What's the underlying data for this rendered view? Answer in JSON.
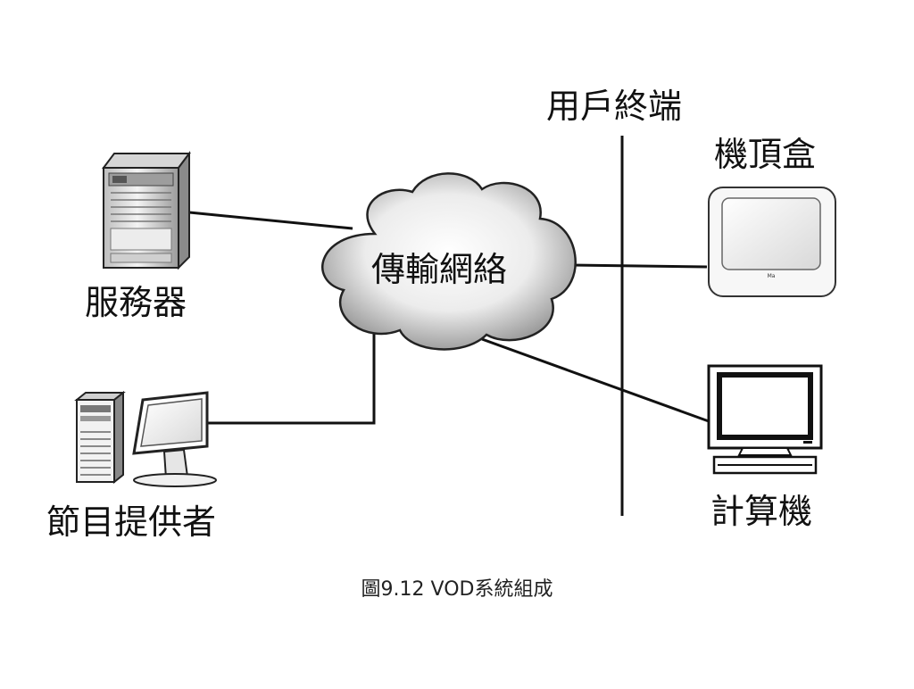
{
  "diagram": {
    "labels": {
      "server": "服務器",
      "provider": "節目提供者",
      "network": "傳輸網絡",
      "user_terminal": "用戶終端",
      "set_top_box": "機頂盒",
      "computer": "計算機"
    },
    "caption": "圖9.12  VOD系統組成",
    "set_top_box_logo": "Ma"
  }
}
